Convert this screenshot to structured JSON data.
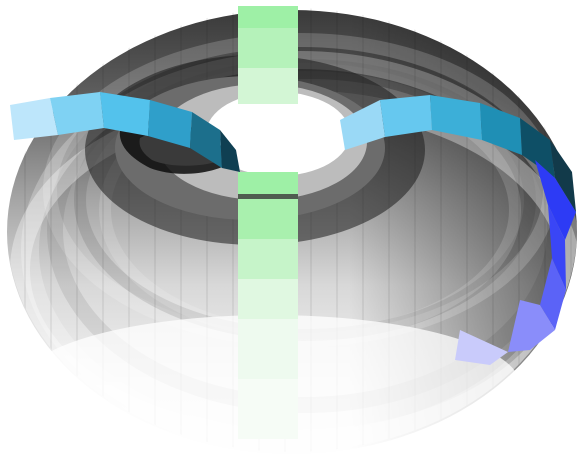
{
  "figure": {
    "subject": "torus",
    "rendering": "faceted-grayscale-shading",
    "background_color": "#ffffff",
    "torus_colors": {
      "darkest": "#141414",
      "dark": "#3a3a3a",
      "mid": "#8a8a8a",
      "light": "#cfcfcf",
      "lightest": "#f2f2f2"
    },
    "bands": [
      {
        "name": "meridian-band",
        "direction": "vertical",
        "color": "#9ef0a6"
      },
      {
        "name": "longitude-band",
        "direction": "horizontal",
        "colors": [
          "#bde6fb",
          "#53c2ec",
          "#1f8fb5",
          "#0e4f66",
          "#2d3bf5",
          "#8a8dfa"
        ]
      }
    ]
  }
}
